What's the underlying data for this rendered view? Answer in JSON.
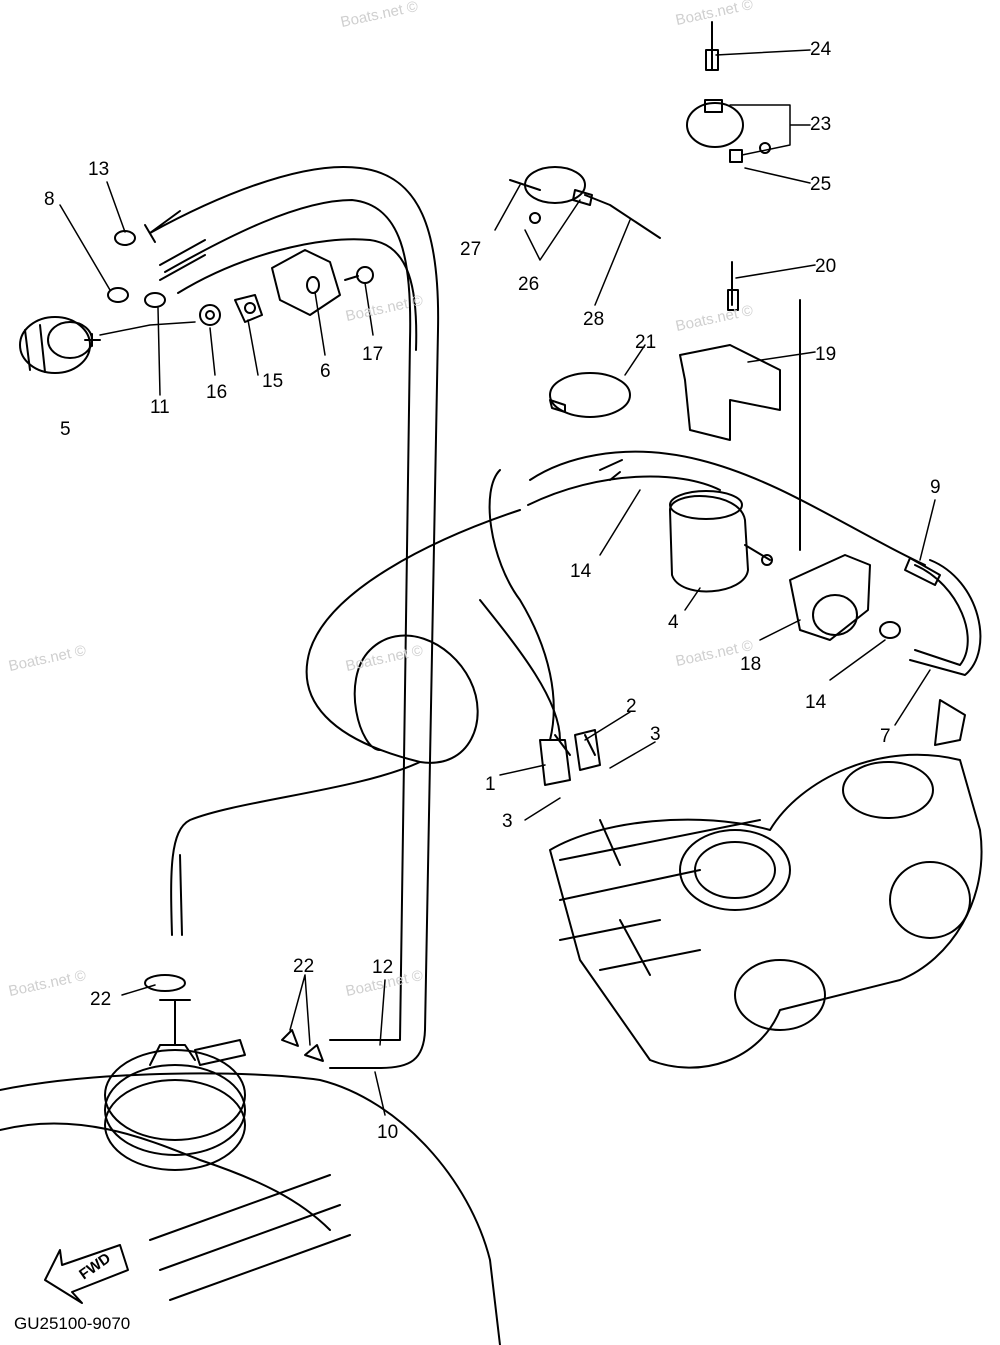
{
  "diagram_code": "GU25100-9070",
  "fwd_label": "FWD",
  "watermark": "Boats.net ©",
  "callouts": {
    "c1": "1",
    "c2": "2",
    "c3a": "3",
    "c3b": "3",
    "c4": "4",
    "c5": "5",
    "c6": "6",
    "c7": "7",
    "c8": "8",
    "c9": "9",
    "c10": "10",
    "c11": "11",
    "c12": "12",
    "c13": "13",
    "c14a": "14",
    "c14b": "14",
    "c15": "15",
    "c16": "16",
    "c17": "17",
    "c18": "18",
    "c19": "19",
    "c20": "20",
    "c21": "21",
    "c22a": "22",
    "c22b": "22",
    "c23": "23",
    "c24": "24",
    "c25": "25",
    "c26": "26",
    "c27": "27",
    "c28": "28"
  }
}
